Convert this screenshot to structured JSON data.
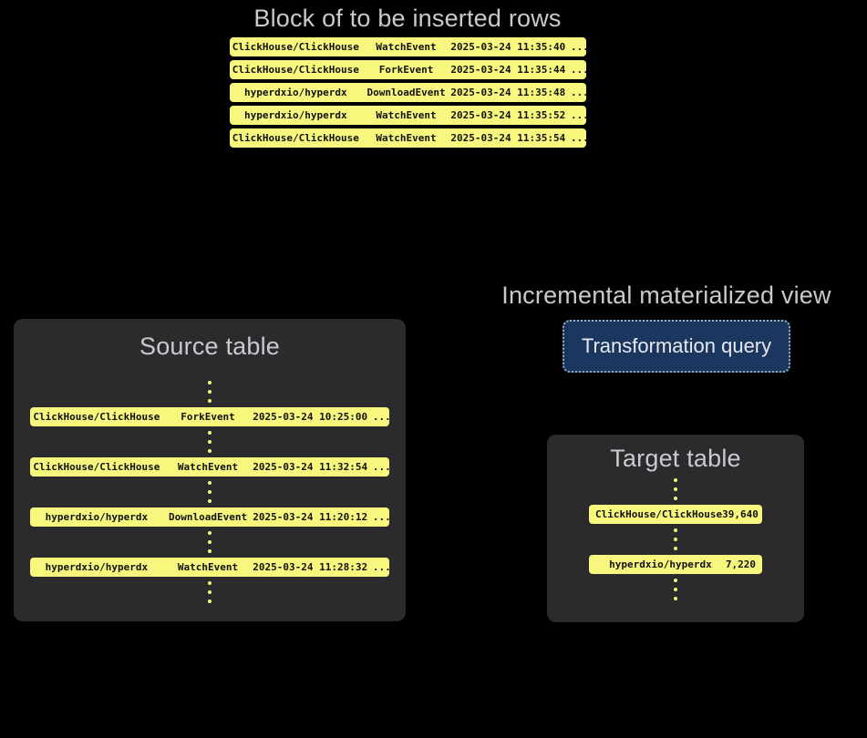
{
  "colors": {
    "bg": "#000000",
    "panel": "#2b2b2e",
    "yellow": "#f7f77e",
    "row-text": "#121212",
    "heading": "#c9cacd",
    "button-bg": "#1b3760",
    "button-border": "#9fabbe",
    "button-text": "#e7eaee"
  },
  "insert_block": {
    "title": "Block of to be inserted rows",
    "rows": [
      {
        "repo": "ClickHouse/ClickHouse",
        "event": "WatchEvent",
        "timestamp": "2025-03-24 11:35:40",
        "more": "..."
      },
      {
        "repo": "ClickHouse/ClickHouse",
        "event": "ForkEvent",
        "timestamp": "2025-03-24 11:35:44",
        "more": "..."
      },
      {
        "repo": "hyperdxio/hyperdx",
        "event": "DownloadEvent",
        "timestamp": "2025-03-24 11:35:48",
        "more": "..."
      },
      {
        "repo": "hyperdxio/hyperdx",
        "event": "WatchEvent",
        "timestamp": "2025-03-24 11:35:52",
        "more": "..."
      },
      {
        "repo": "ClickHouse/ClickHouse",
        "event": "WatchEvent",
        "timestamp": "2025-03-24 11:35:54",
        "more": "..."
      }
    ]
  },
  "source_table": {
    "title": "Source table",
    "rows": [
      {
        "repo": "ClickHouse/ClickHouse",
        "event": "ForkEvent",
        "timestamp": "2025-03-24 10:25:00",
        "more": "..."
      },
      {
        "repo": "ClickHouse/ClickHouse",
        "event": "WatchEvent",
        "timestamp": "2025-03-24 11:32:54",
        "more": "..."
      },
      {
        "repo": "hyperdxio/hyperdx",
        "event": "DownloadEvent",
        "timestamp": "2025-03-24 11:20:12",
        "more": "..."
      },
      {
        "repo": "hyperdxio/hyperdx",
        "event": "WatchEvent",
        "timestamp": "2025-03-24 11:28:32",
        "more": "..."
      }
    ]
  },
  "materialized_view": {
    "title": "Incremental materialized view",
    "button_label": "Transformation query"
  },
  "target_table": {
    "title": "Target table",
    "rows": [
      {
        "repo": "ClickHouse/ClickHouse",
        "count": "39,640"
      },
      {
        "repo": "hyperdxio/hyperdx",
        "count": "7,220"
      }
    ]
  }
}
